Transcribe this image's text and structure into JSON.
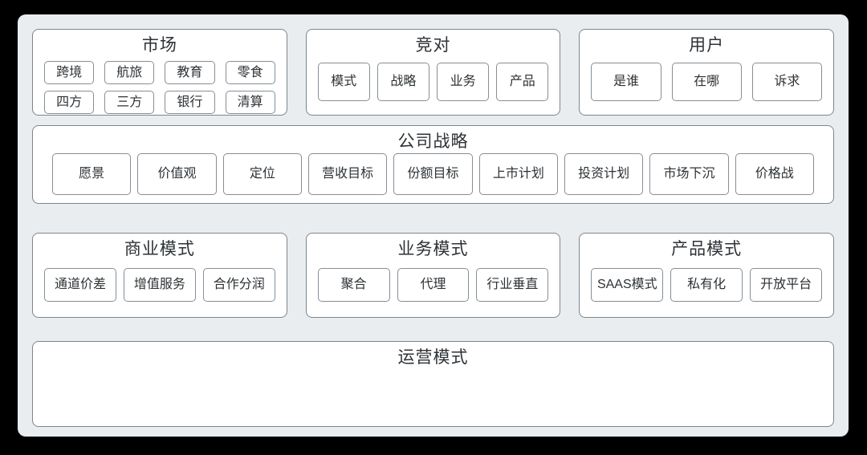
{
  "colors": {
    "background": "#000000",
    "panel": "#e9edf0",
    "box_fill": "#ffffff",
    "box_border": "#7d868c",
    "chip_border": "#878e94",
    "text": "#2d3236"
  },
  "sections": {
    "market": {
      "title": "市场",
      "chips": [
        "跨境",
        "航旅",
        "教育",
        "零食",
        "四方",
        "三方",
        "银行",
        "清算"
      ]
    },
    "competitors": {
      "title": "竞对",
      "chips": [
        "模式",
        "战略",
        "业务",
        "产品"
      ]
    },
    "users": {
      "title": "用户",
      "chips": [
        "是谁",
        "在哪",
        "诉求"
      ]
    },
    "company_strategy": {
      "title": "公司战略",
      "chips": [
        "愿景",
        "价值观",
        "定位",
        "营收目标",
        "份额目标",
        "上市计划",
        "投资计划",
        "市场下沉",
        "价格战"
      ]
    },
    "business_model": {
      "title": "商业模式",
      "chips": [
        "通道价差",
        "增值服务",
        "合作分润"
      ]
    },
    "service_model": {
      "title": "业务模式",
      "chips": [
        "聚合",
        "代理",
        "行业垂直"
      ]
    },
    "product_model": {
      "title": "产品模式",
      "chips": [
        "SAAS模式",
        "私有化",
        "开放平台"
      ]
    },
    "operations_model": {
      "title": "运营模式",
      "chips": []
    }
  }
}
